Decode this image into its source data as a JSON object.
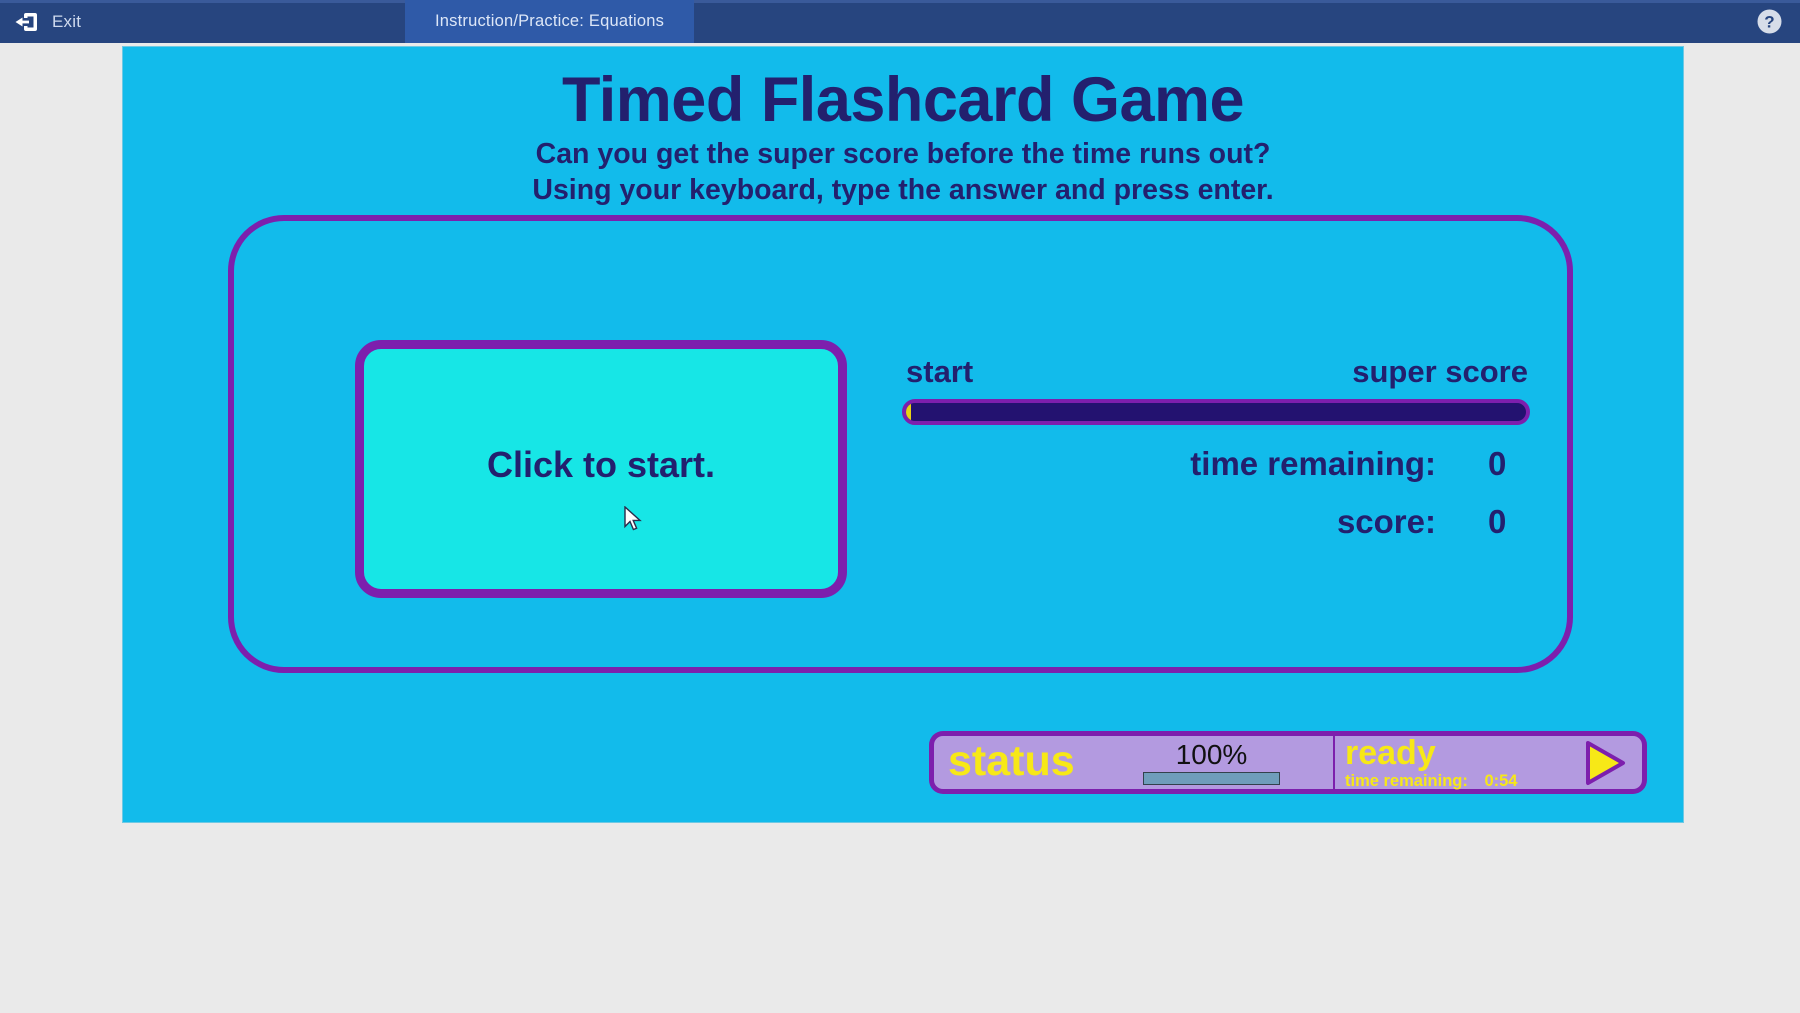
{
  "topbar": {
    "exit_label": "Exit",
    "exit_icon": "exit-arrow-icon",
    "help_icon": "question-mark-icon",
    "tabs": [
      {
        "label": "Instruction/Practice: Equations",
        "active": true
      }
    ],
    "colors": {
      "bar": "#27457f",
      "active_tab": "#2f5aa8",
      "text": "#cfdaee"
    }
  },
  "stage": {
    "title": "Timed Flashcard Game",
    "subtitle_line1": "Can you get the super score before the time runs out?",
    "subtitle_line2": "Using your keyboard, type the answer and press enter.",
    "colors": {
      "background": "#12bbeb",
      "card": "#17e6e6",
      "outline": "#7d1fad",
      "text": "#23206e"
    }
  },
  "flashcard": {
    "label": "Click to start.",
    "cursor_icon": "mouse-pointer-icon"
  },
  "scoreboard": {
    "meter_start_label": "start",
    "meter_end_label": "super score",
    "meter_fill_percent": 1,
    "meter_fill_color": "#e8d215",
    "meter_track_color": "#231270",
    "stats": [
      {
        "label": "time remaining:",
        "value": "0"
      },
      {
        "label": "score:",
        "value": "0"
      }
    ]
  },
  "status_bar": {
    "status_label": "status",
    "progress_percent_text": "100%",
    "progress_percent": 100,
    "state_label": "ready",
    "time_remaining_label": "time remaining:",
    "time_remaining_value": "0:54",
    "play_icon": "play-triangle-icon",
    "colors": {
      "panel": "#b39ae0",
      "border": "#7d1fad",
      "accent_text": "#f7e817",
      "progress_fill": "#6f9dbb",
      "play": "#f7e817"
    }
  }
}
